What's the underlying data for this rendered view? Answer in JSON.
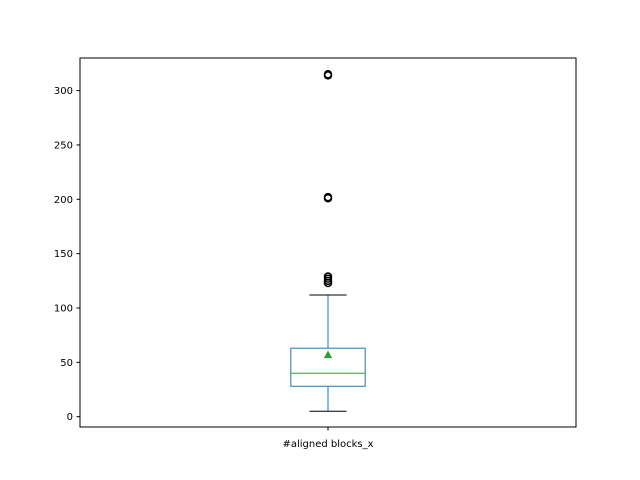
{
  "chart_data": {
    "type": "box",
    "title": "",
    "xlabel": "",
    "ylabel": "",
    "categories": [
      "#aligned blocks_x"
    ],
    "ylim": [
      -9.5,
      330
    ],
    "yticks": [
      0,
      50,
      100,
      150,
      200,
      250,
      300
    ],
    "grid": false,
    "legend": "none",
    "boxes": [
      {
        "category": "#aligned blocks_x",
        "whisker_low": 5,
        "q1": 28,
        "median": 40,
        "q3": 63,
        "whisker_high": 112,
        "mean": 57,
        "outliers": [
          123,
          125,
          127,
          129,
          201,
          202,
          314,
          315
        ]
      }
    ],
    "colors": {
      "box": "#1f77b4",
      "median": "#2ca02c",
      "mean_marker": "#2ca02c",
      "whisker": "#1f77b4",
      "cap": "#000000",
      "outlier": "#000000"
    }
  }
}
